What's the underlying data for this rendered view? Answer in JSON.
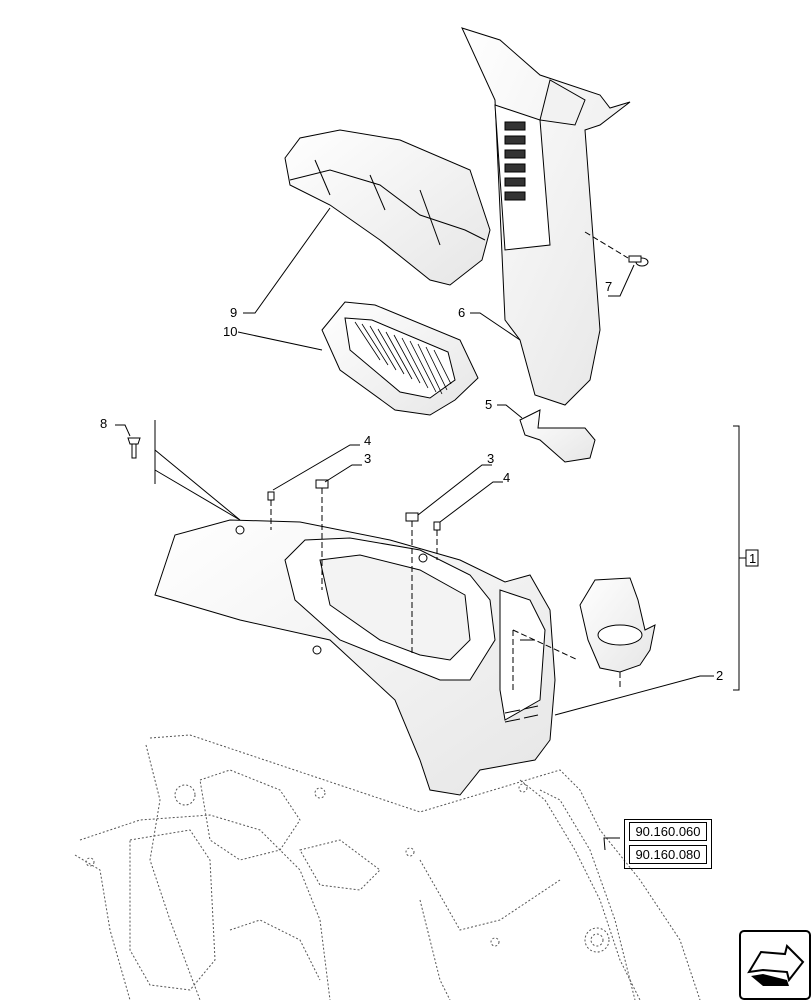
{
  "callouts": {
    "c1": "1",
    "c2": "2",
    "c3a": "3",
    "c3b": "3",
    "c4a": "4",
    "c4b": "4",
    "c5": "5",
    "c6": "6",
    "c7": "7",
    "c8": "8",
    "c9": "9",
    "c10": "10"
  },
  "references": [
    "90.160.060",
    "90.160.080"
  ],
  "nav": {
    "icon": "next-page-arrow-icon"
  }
}
